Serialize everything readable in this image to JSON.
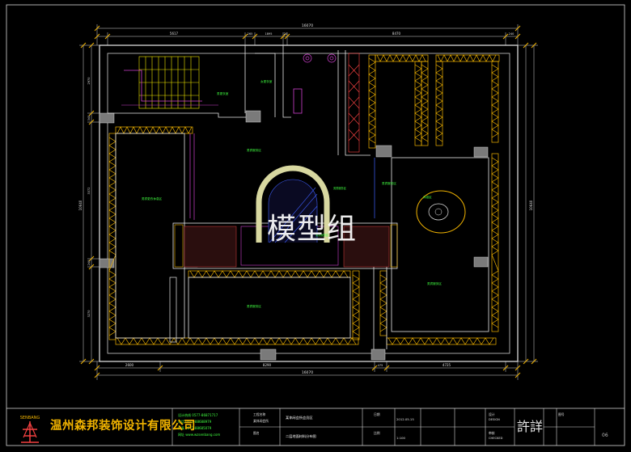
{
  "watermark": "模型组",
  "company": {
    "name": "温州森邦装饰设计有限公司",
    "logo_text": "SENBANG",
    "contacts": [
      "设计热线 0577-86871717",
      "电话 0577-88688979",
      "传真 0577-88685079",
      "网址 www.wzsenbang.com"
    ]
  },
  "dimensions": {
    "top_total": "16070",
    "top_segments": [
      "5617",
      "265",
      "1895",
      "20",
      "8470",
      "240"
    ],
    "bottom_total": "16070",
    "bottom_segments": [
      "2600",
      "8290",
      "475",
      "4725"
    ],
    "left_total": "10640",
    "left_segments": [
      "2970",
      "340",
      "3372",
      "240",
      "3270"
    ],
    "right_total": "10640"
  },
  "room_labels": [
    "男更衣室",
    "女更衣室",
    "男宾更衣休息区",
    "休息区",
    "男宾服务区",
    "男宾服务区",
    "男宾服务区",
    "男宾服务区",
    "男宾服务区",
    "男宾服务区"
  ],
  "title_block": {
    "project_label": "工程名称",
    "project_value": "某休闲会所",
    "drawing_label": "图名",
    "drawing_value": "二层地面材料分布图",
    "subtitle": "某休闲会所会员区",
    "date_label": "日期",
    "date_value": "2012.05.15",
    "scale_label": "比例",
    "scale_value": "1:100",
    "design_label": "设计",
    "design_value": "DESIGN",
    "check_label": "审核",
    "check_value": "CHECKED",
    "drawing_no_label": "图号",
    "sheet_number": "06",
    "signature": "許詳"
  }
}
